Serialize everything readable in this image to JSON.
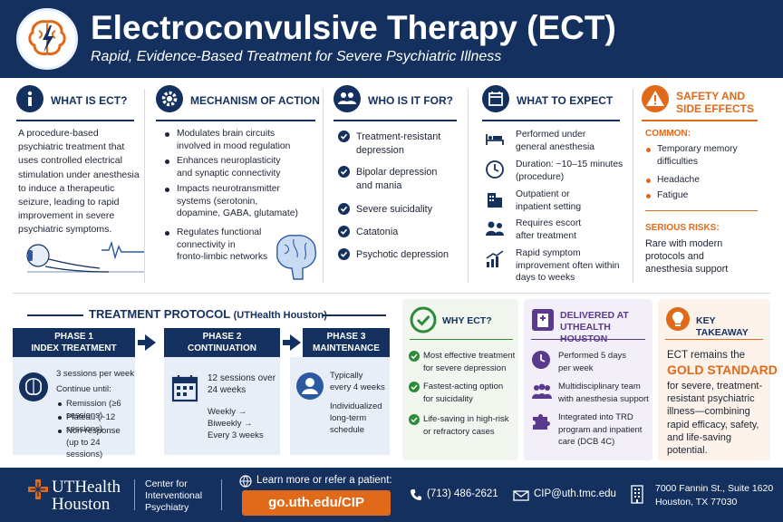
{
  "header": {
    "title": "Electroconvulsive Therapy (ECT)",
    "subtitle": "Rapid, Evidence-Based Treatment for Severe Psychiatric Illness"
  },
  "what_is": {
    "title": "WHAT IS ECT?",
    "lines": [
      "A procedure-based",
      "psychiatric treatment that",
      "uses controlled electrical",
      "stimulation under anesthesia",
      "to induce a therapeutic",
      "seizure, leading to rapid",
      "improvement in severe",
      "psychiatric symptoms."
    ]
  },
  "mechanism": {
    "title": "MECHANISM OF ACTION",
    "items": [
      [
        "Modulates brain circuits",
        "involved in mood regulation"
      ],
      [
        "Enhances neuroplasticity",
        "and synaptic connectivity"
      ],
      [
        "Impacts neurotransmitter",
        "systems (serotonin,",
        "dopamine, GABA, glutamate)"
      ],
      [
        "Regulates functional",
        "connectivity in",
        "fronto-limbic networks"
      ]
    ]
  },
  "who": {
    "title": "WHO IS IT FOR?",
    "items": [
      [
        "Treatment-resistant",
        "depression"
      ],
      [
        "Bipolar depression",
        "and mania"
      ],
      [
        "Severe suicidality"
      ],
      [
        "Catatonia"
      ],
      [
        "Psychotic depression"
      ]
    ]
  },
  "expect": {
    "title": "WHAT TO EXPECT",
    "items": [
      [
        "Performed under",
        "general anesthesia"
      ],
      [
        "Duration: ~10–15 minutes",
        "(procedure)"
      ],
      [
        "Outpatient or",
        "inpatient setting"
      ],
      [
        "Requires escort",
        "after treatment"
      ],
      [
        "Rapid symptom",
        "improvement often within",
        "days to weeks"
      ]
    ],
    "icons": [
      "bed-icon",
      "clock-icon",
      "building-icon",
      "people-icon",
      "chart-up-icon"
    ]
  },
  "safety": {
    "title_1": "SAFETY AND",
    "title_2": "SIDE EFFECTS",
    "common_label": "COMMON:",
    "common": [
      [
        "Temporary memory",
        "difficulties"
      ],
      [
        "Headache"
      ],
      [
        "Fatigue"
      ]
    ],
    "serious_label": "SERIOUS RISKS:",
    "serious": [
      "Rare with modern",
      "protocols and",
      "anesthesia support"
    ]
  },
  "protocol": {
    "title": "TREATMENT PROTOCOL",
    "subtitle": "(UTHealth Houston)",
    "phases": [
      {
        "head_1": "PHASE 1",
        "head_2": "INDEX TREATMENT",
        "lines": [
          "3 sessions per week",
          "Continue until:"
        ],
        "bullets": [
          [
            "Remission (≥6 sessions)"
          ],
          [
            "Plateau (~12 sessions)"
          ],
          [
            "Non-response",
            "(up to 24 sessions)"
          ]
        ]
      },
      {
        "head_1": "PHASE 2",
        "head_2": "CONTINUATION",
        "lines": [
          "12 sessions over",
          "24 weeks"
        ],
        "lines2": [
          "Weekly → Biweekly →",
          "Every 3 weeks"
        ]
      },
      {
        "head_1": "PHASE 3",
        "head_2": "MAINTENANCE",
        "lines": [
          "Typically",
          "every 4 weeks"
        ],
        "lines2": [
          "Individualized",
          "long-term",
          "schedule"
        ]
      }
    ]
  },
  "why": {
    "title": "WHY ECT?",
    "items": [
      [
        "Most effective treatment",
        "for severe depression"
      ],
      [
        "Fastest-acting option",
        "for suicidality"
      ],
      [
        "Life-saving in high-risk",
        "or refractory cases"
      ]
    ]
  },
  "delivered": {
    "title_1": "DELIVERED AT",
    "title_2": "UTHEALTH HOUSTON",
    "items": [
      [
        "Performed 5 days",
        "per week"
      ],
      [
        "Multidisciplinary team",
        "with anesthesia support"
      ],
      [
        "Integrated into TRD",
        "program and inpatient",
        "care (DCB 4C)"
      ]
    ]
  },
  "takeaway": {
    "title": "KEY TAKEAWAY",
    "line1": "ECT remains the",
    "highlight": "GOLD STANDARD",
    "rest": [
      "for severe, treatment-",
      "resistant psychiatric",
      "illness—combining",
      "rapid efficacy, safety,",
      "and life-saving",
      "potential."
    ]
  },
  "footer": {
    "logo_1": "UTHealth",
    "logo_2": "Houston",
    "center_1": "Center for",
    "center_2": "Interventional",
    "center_3": "Psychiatry",
    "learn": "Learn more or refer a patient:",
    "url": "go.uth.edu/CIP",
    "phone": "(713) 486-2621",
    "email": "CIP@uth.tmc.edu",
    "address_1": "7000 Fannin St., Suite 1620",
    "address_2": "Houston, TX 77030"
  },
  "colors": {
    "navy": "#13305e",
    "orange": "#e0691a",
    "green": "#2e8b3a",
    "purple": "#5b3a8e"
  }
}
